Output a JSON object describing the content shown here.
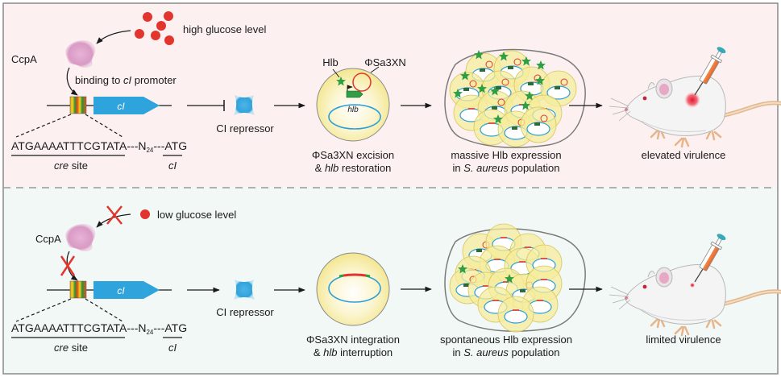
{
  "colors": {
    "top_panel_bg": "#fcf1f0",
    "bottom_panel_bg": "#f1f8f5",
    "border": "#8a8a8a",
    "divider": "#9a9a9a",
    "glucose": "#e2352e",
    "ccpa": "#d99ac4",
    "gene_ci": "#2ea3dc",
    "repressor": "#2ea3dc",
    "cell_fill": "#f6ec9c",
    "chromosome": "#2a9fd8",
    "phage": "#e2352e",
    "hlb_gene": "#2f9e44",
    "hlb_toxin": "#2f9e44",
    "cross": "#e2352e"
  },
  "top_panel": {
    "condition_label": "high glucose level",
    "ccpa_label": "CcpA",
    "binding_label_pre": "binding to ",
    "binding_label_gene": "cI",
    "binding_label_post": " promoter",
    "gene_label": "cI",
    "sequence": "ATGAAAATTTCGTATA",
    "spacer_pre": "---N",
    "spacer_sub": "24",
    "spacer_post": "---ATG",
    "cre_label_italic": "cre",
    "cre_label_rest": " site",
    "ci_under_label": "cI",
    "repressor_label": "CI repressor",
    "hlb_toxin_label": "Hlb",
    "phage_label": "ΦSa3XN",
    "hlb_gene_label": "hlb",
    "cell_caption_line1": "ΦSa3XN excision",
    "cell_caption_line2_pre": "& ",
    "cell_caption_line2_italic": "hlb",
    "cell_caption_line2_post": " restoration",
    "population_caption_line1": "massive Hlb expression",
    "population_caption_line2_pre": "in ",
    "population_caption_line2_italic": "S. aureus",
    "population_caption_line2_post": " population",
    "mouse_caption": "elevated virulence"
  },
  "bottom_panel": {
    "condition_label": "low glucose level",
    "ccpa_label": "CcpA",
    "gene_label": "cI",
    "sequence": "ATGAAAATTTCGTATA",
    "spacer_pre": "---N",
    "spacer_sub": "24",
    "spacer_post": "---ATG",
    "cre_label_italic": "cre",
    "cre_label_rest": " site",
    "ci_under_label": "cI",
    "repressor_label": "CI repressor",
    "cell_caption_line1": "ΦSa3XN integration",
    "cell_caption_line2_pre": "& ",
    "cell_caption_line2_italic": "hlb",
    "cell_caption_line2_post": " interruption",
    "population_caption_line1": "spontaneous Hlb expression",
    "population_caption_line2_pre": "in ",
    "population_caption_line2_italic": "S. aureus",
    "population_caption_line2_post": " population",
    "mouse_caption": "limited virulence"
  }
}
